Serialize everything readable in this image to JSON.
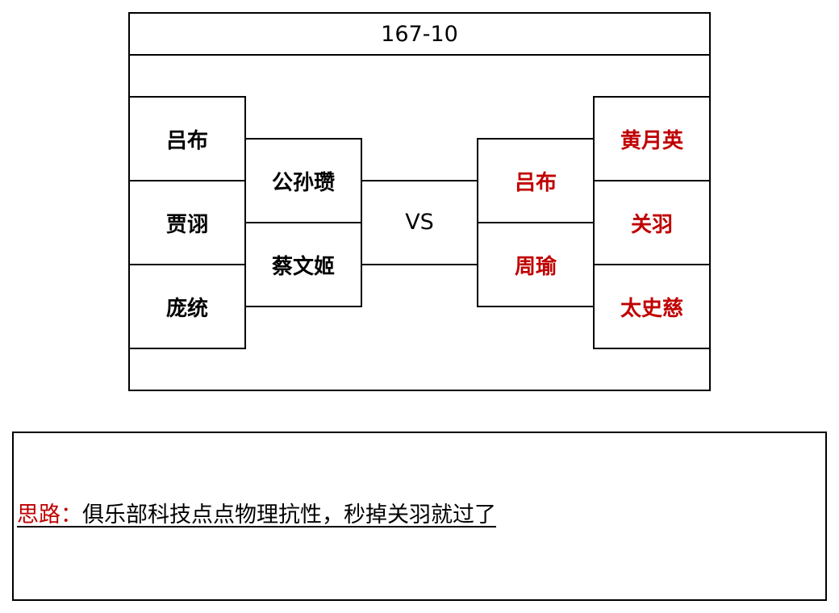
{
  "diagram": {
    "title": "167-10",
    "vs_label": "VS",
    "left_back": [
      "吕布",
      "贾诩",
      "庞统"
    ],
    "left_front": [
      "公孙瓒",
      "蔡文姬"
    ],
    "right_front": [
      "吕布",
      "周瑜"
    ],
    "right_back": [
      "黄月英",
      "关羽",
      "太史慈"
    ],
    "colors": {
      "left_text": "#000000",
      "right_text": "#c00000",
      "border": "#000000"
    }
  },
  "note": {
    "label": "思路：",
    "text": "俱乐部科技点点物理抗性，秒掉关羽就过了",
    "label_color": "#c00000"
  }
}
